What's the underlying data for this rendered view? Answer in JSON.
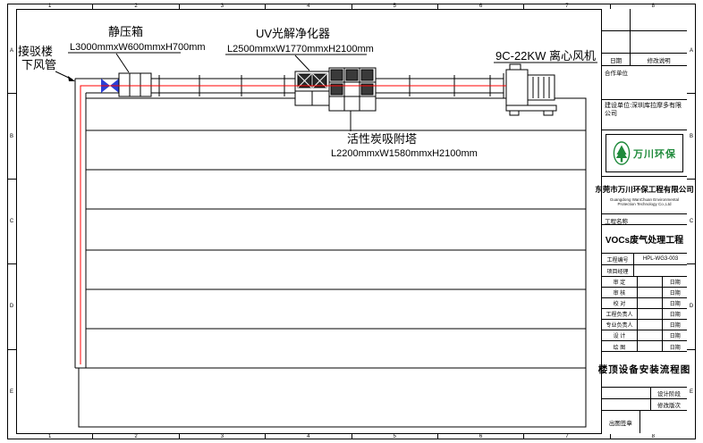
{
  "sheet": {
    "grid_cols": [
      "1",
      "2",
      "3",
      "4",
      "5",
      "6",
      "7",
      "8"
    ],
    "grid_rows": [
      "A",
      "B",
      "C",
      "D",
      "E"
    ]
  },
  "diagram": {
    "inlet_label_line1": "接驳楼",
    "inlet_label_line2": "下风管",
    "static_box": {
      "name": "静压箱",
      "dims": "L3000mmxW600mmxH700mm"
    },
    "uv_purifier": {
      "name": "UV光解净化器",
      "dims": "L2500mmxW1770mmxH2100mm"
    },
    "carbon_tower": {
      "name": "活性炭吸附塔",
      "dims": "L2200mmxW1580mmxH2100mm"
    },
    "fan": {
      "name": "9C-22KW 离心风机"
    },
    "flow_color": "#ff0000",
    "valve_color": "#2b3fd6"
  },
  "titleblock": {
    "revision_table": {
      "date_label": "日期",
      "desc_label": "修改说明"
    },
    "partner_label": "合作单位",
    "builder_line": "建设单位:深圳库拉摩多有限公司",
    "logo_text": "万川环保",
    "logo_color": "#1f8a3b",
    "company_cn": "东莞市万川环保工程有限公司",
    "company_en": "Guangdong WanChuan Environmental Protection Technology Co.,Ltd",
    "project_name_label": "工程名称",
    "project_name": "VOCs废气处理工程",
    "project_no_label": "工程编号",
    "project_no": "HPL-WG3-003",
    "project_manager_label": "项目经理",
    "signature_rows": [
      {
        "role": "审 定",
        "date_label": "日期"
      },
      {
        "role": "审 核",
        "date_label": "日期"
      },
      {
        "role": "校 对",
        "date_label": "日期"
      },
      {
        "role": "工程负责人",
        "date_label": "日期"
      },
      {
        "role": "专业负责人",
        "date_label": "日期"
      },
      {
        "role": "设 计",
        "date_label": "日期"
      },
      {
        "role": "绘 图",
        "date_label": "日期"
      }
    ],
    "drawing_title": "楼顶设备安装流程图",
    "design_stage_label": "设计阶段",
    "revision_no_label": "修改版次",
    "stamp_label": "出图签章"
  }
}
